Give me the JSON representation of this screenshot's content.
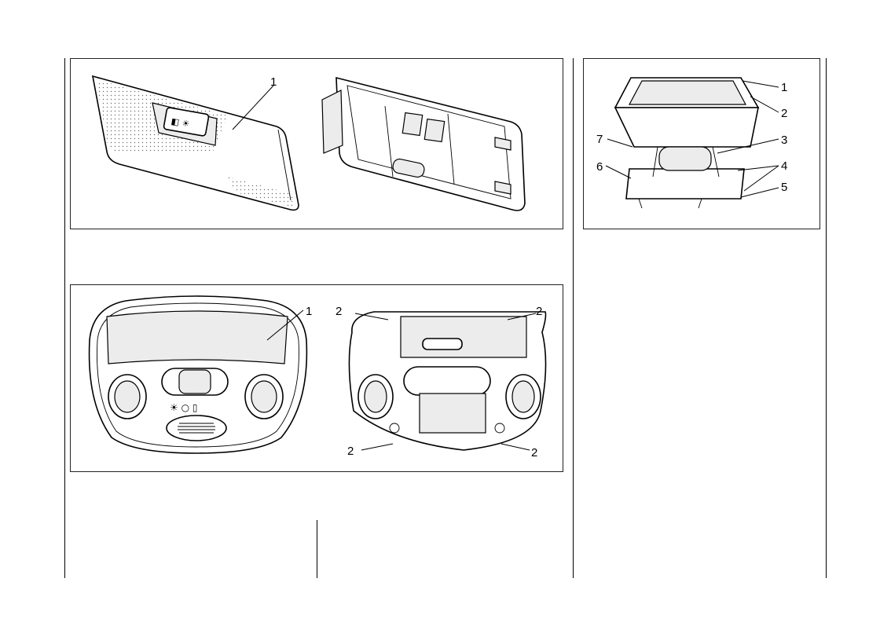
{
  "figure_top_left": {
    "callouts": [
      "1"
    ]
  },
  "figure_top_right": {
    "callouts": [
      "1",
      "2",
      "3",
      "4",
      "5",
      "6",
      "7"
    ]
  },
  "figure_bottom": {
    "callouts": [
      "1",
      "2",
      "2",
      "2",
      "2"
    ]
  }
}
